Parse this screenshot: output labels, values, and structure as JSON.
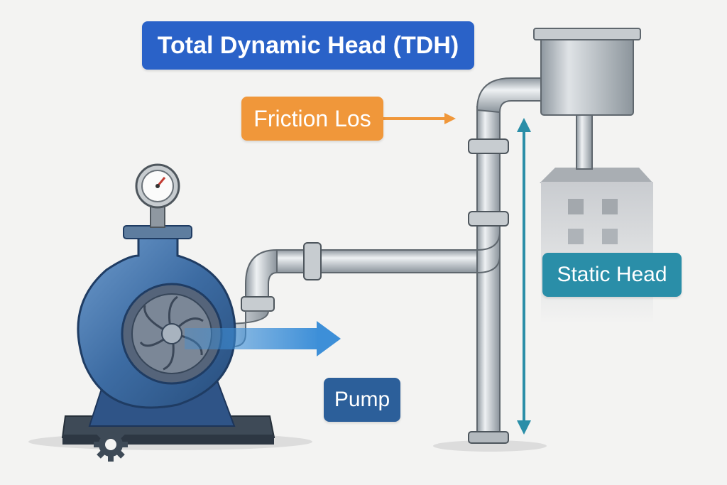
{
  "labels": {
    "title": "Total Dynamic Head (TDH)",
    "friction_loss": "Friction Los",
    "static_head": "Static Head",
    "pump": "Pump"
  },
  "colors": {
    "title_bg": "#2a62c8",
    "friction_bg": "#f0973a",
    "static_bg": "#2a8ea8",
    "pump_bg": "#2c5f9a",
    "pump_body": "#3f6fa6",
    "pipe": "#b9c0c6",
    "flow_arrow": "#3d8fd8"
  },
  "icons": {
    "pressure_gauge": "pressure-gauge-icon",
    "gear": "gear-icon",
    "flow_arrow": "flow-arrow-icon",
    "height_arrow": "double-headed-arrow-icon"
  }
}
